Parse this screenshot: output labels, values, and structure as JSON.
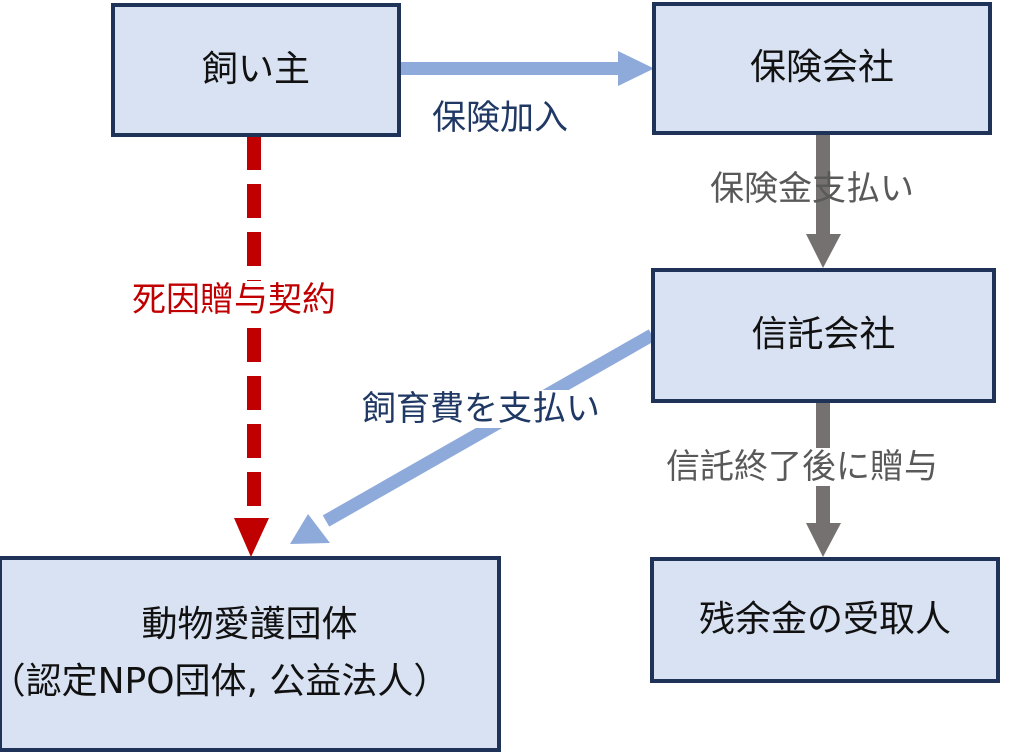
{
  "diagram": {
    "colors": {
      "node_fill": "#d9e2f2",
      "node_border": "#1f3358",
      "node_text": "#111111",
      "blue_arrow": "#8eaadb",
      "blue_label": "#1f3864",
      "gray_arrow": "#767171",
      "gray_label": "#595959",
      "red_arrow": "#c00000",
      "red_label": "#c00000"
    },
    "nodes": {
      "owner": {
        "lines": [
          "飼い主"
        ]
      },
      "insurer": {
        "lines": [
          "保険会社"
        ]
      },
      "trust_company": {
        "lines": [
          "信託会社"
        ]
      },
      "animal_org": {
        "lines": [
          "動物愛護団体",
          "（認定NPO団体, 公益法人）"
        ]
      },
      "residual_recipient": {
        "lines": [
          "残余金の受取人"
        ]
      }
    },
    "edges": {
      "owner_to_insurer": {
        "label": "保険加入",
        "style": "solid-blue",
        "from": "飼い主",
        "to": "保険会社"
      },
      "insurer_to_trust": {
        "label": "保険金支払い",
        "style": "solid-gray",
        "from": "保険会社",
        "to": "信託会社"
      },
      "owner_to_org": {
        "label": "死因贈与契約",
        "style": "dashed-red",
        "from": "飼い主",
        "to": "動物愛護団体"
      },
      "trust_to_org": {
        "label": "飼育費を支払い",
        "style": "solid-blue",
        "from": "信託会社",
        "to": "動物愛護団体"
      },
      "trust_to_recipient": {
        "label": "信託終了後に贈与",
        "style": "solid-gray",
        "from": "信託会社",
        "to": "残余金の受取人"
      }
    }
  }
}
